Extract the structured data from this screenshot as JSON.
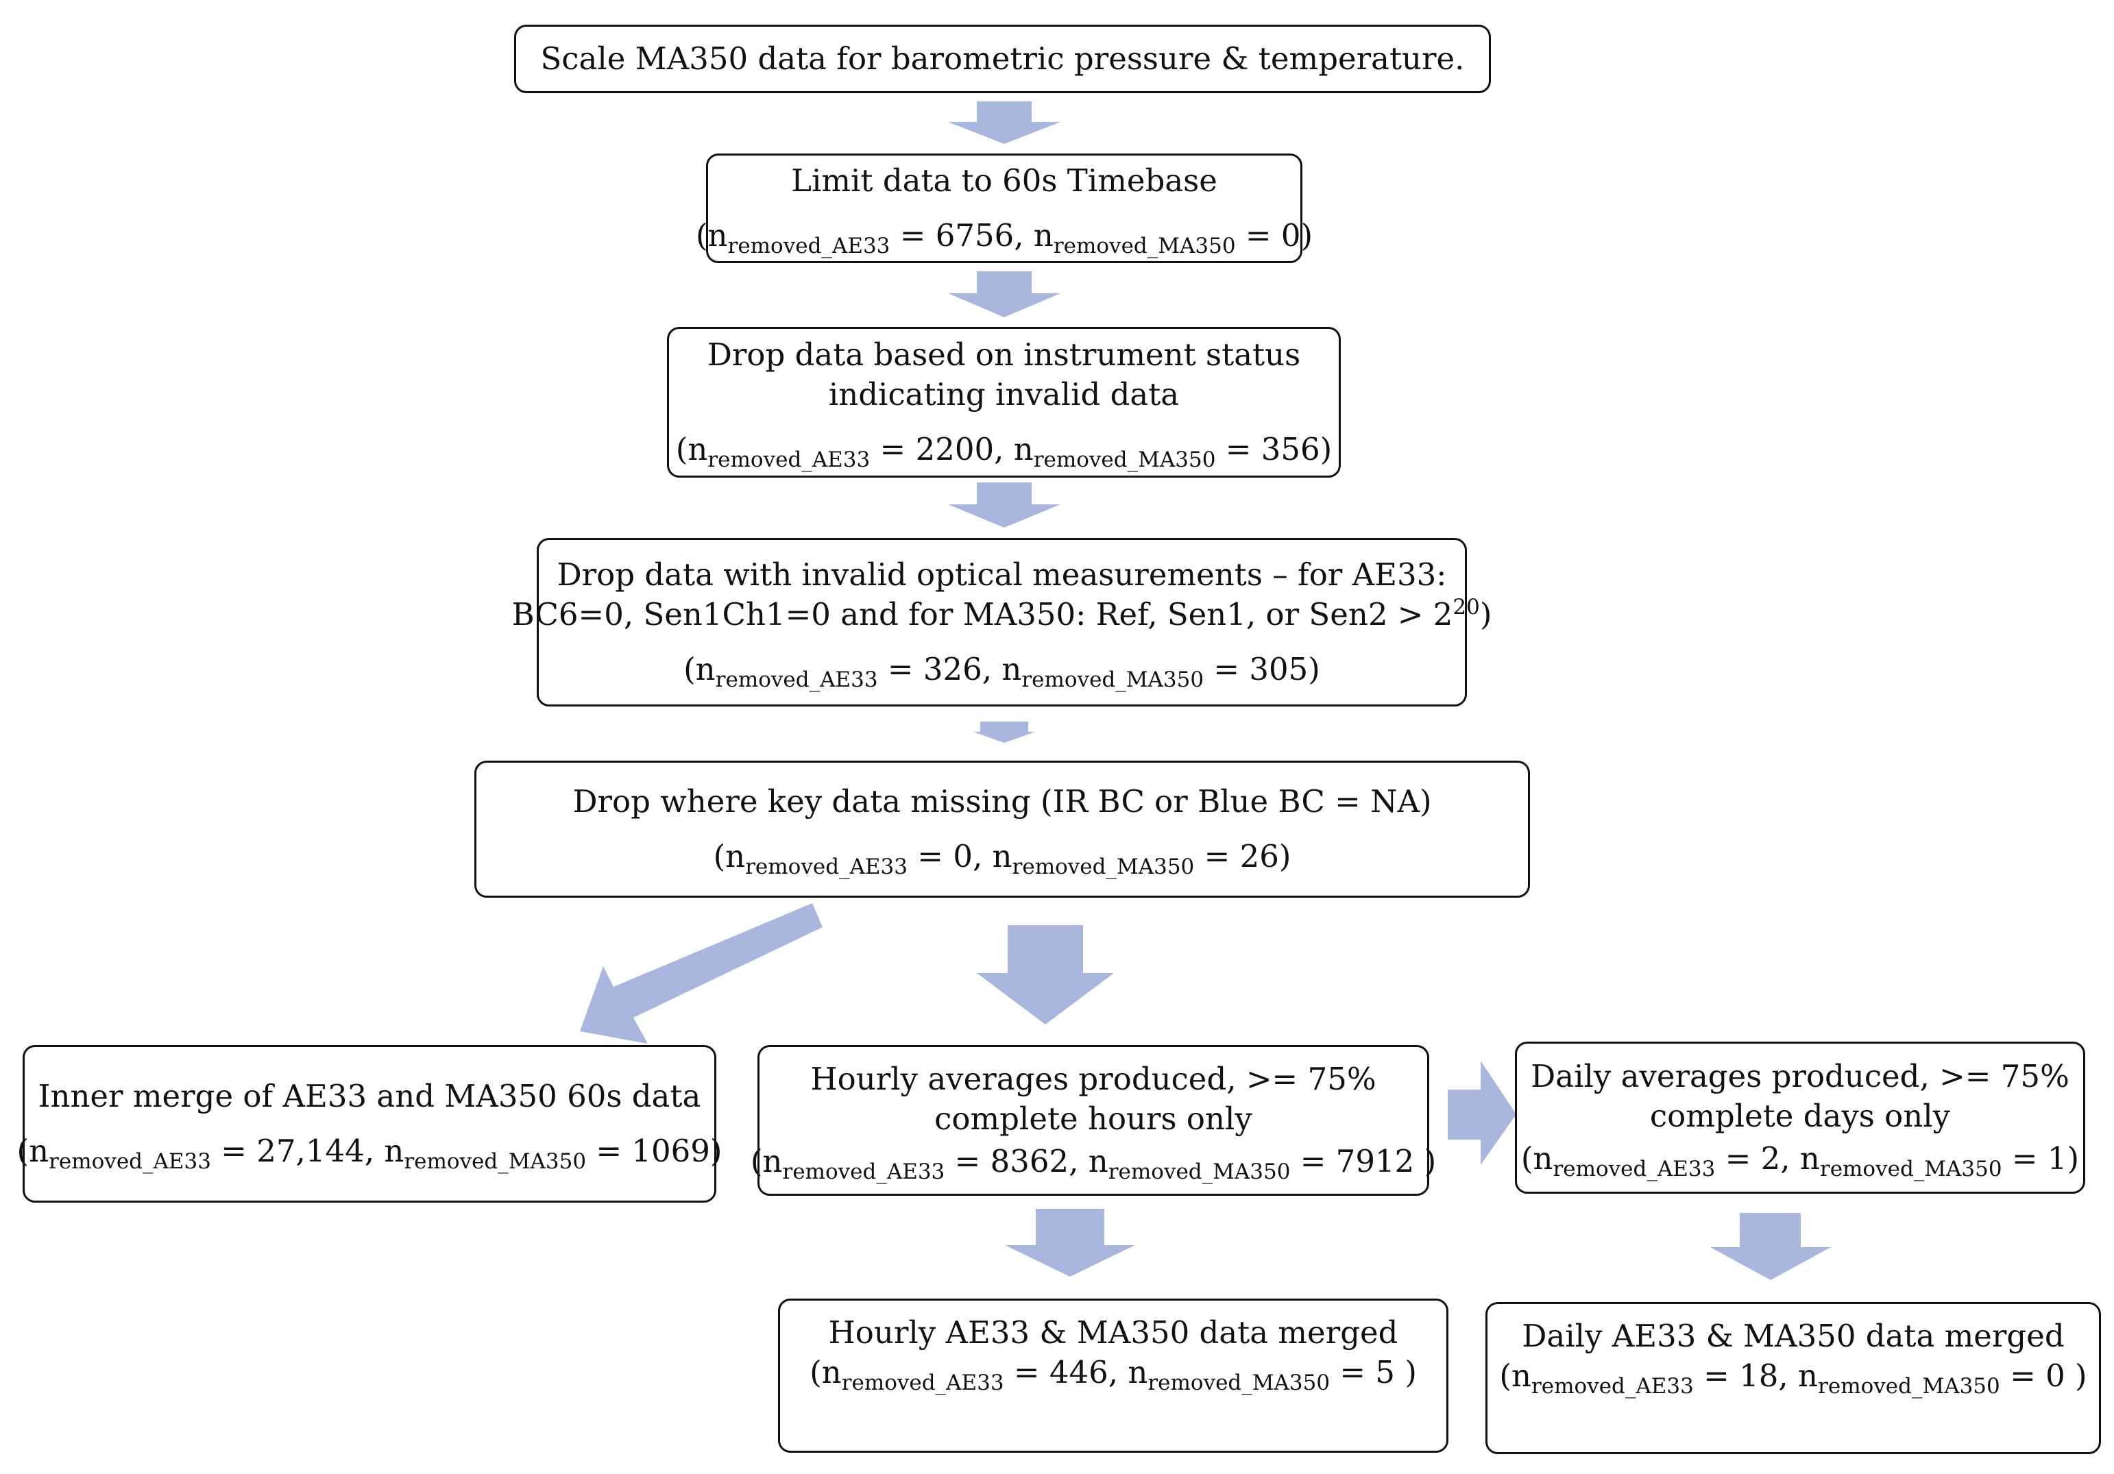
{
  "arrow_color": "#a9b7de",
  "sub_ae33": "removed_AE33",
  "sub_ma350": "removed_MA350",
  "steps": {
    "scale": {
      "title": "Scale MA350 data for barometric pressure & temperature."
    },
    "limit": {
      "title": "Limit data to 60s Timebase",
      "stat": {
        "open": "(n",
        "mid": " = 6756, n",
        "close": " = 0)"
      }
    },
    "status": {
      "title_line1": "Drop data based on instrument status",
      "title_line2": "indicating invalid data",
      "stat": {
        "open": "(n",
        "mid": " = 2200, n",
        "close": " = 356)"
      }
    },
    "optical": {
      "title_line1": "Drop data with invalid optical measurements – for AE33:",
      "title_line2": "BC6=0, Sen1Ch1=0 and for MA350: Ref, Sen1, or Sen2 > 2",
      "title_line2_sup": "20",
      "title_line2_end": ")",
      "stat": {
        "open": "(n",
        "mid": " = 326, n",
        "close": " = 305)"
      }
    },
    "missing": {
      "title": "Drop where key data missing (IR BC or Blue BC = NA)",
      "stat": {
        "open": "(n",
        "mid": " = 0, n",
        "close": " = 26)"
      }
    },
    "inner": {
      "title": "Inner merge of AE33 and MA350 60s data",
      "stat": {
        "open": "(n",
        "mid": " = 27,144, n",
        "close": " = 1069)"
      }
    },
    "hourly": {
      "title_line1": "Hourly averages produced, >= 75%",
      "title_line2": "complete hours only",
      "stat": {
        "open": "(n",
        "mid": " = 8362, n",
        "close": " = 7912 )"
      }
    },
    "daily": {
      "title_line1": "Daily averages produced, >= 75%",
      "title_line2": "complete days only",
      "stat": {
        "open": "(n",
        "mid": " = 2, n",
        "close": " = 1)"
      }
    },
    "hourly_merged": {
      "title": "Hourly AE33 & MA350 data merged",
      "stat": {
        "open": "(n",
        "mid": " = 446, n",
        "close": " = 5 )"
      }
    },
    "daily_merged": {
      "title": "Daily AE33 & MA350 data merged",
      "stat": {
        "open": "(n",
        "mid": " = 18, n",
        "close": " = 0 )"
      }
    }
  }
}
